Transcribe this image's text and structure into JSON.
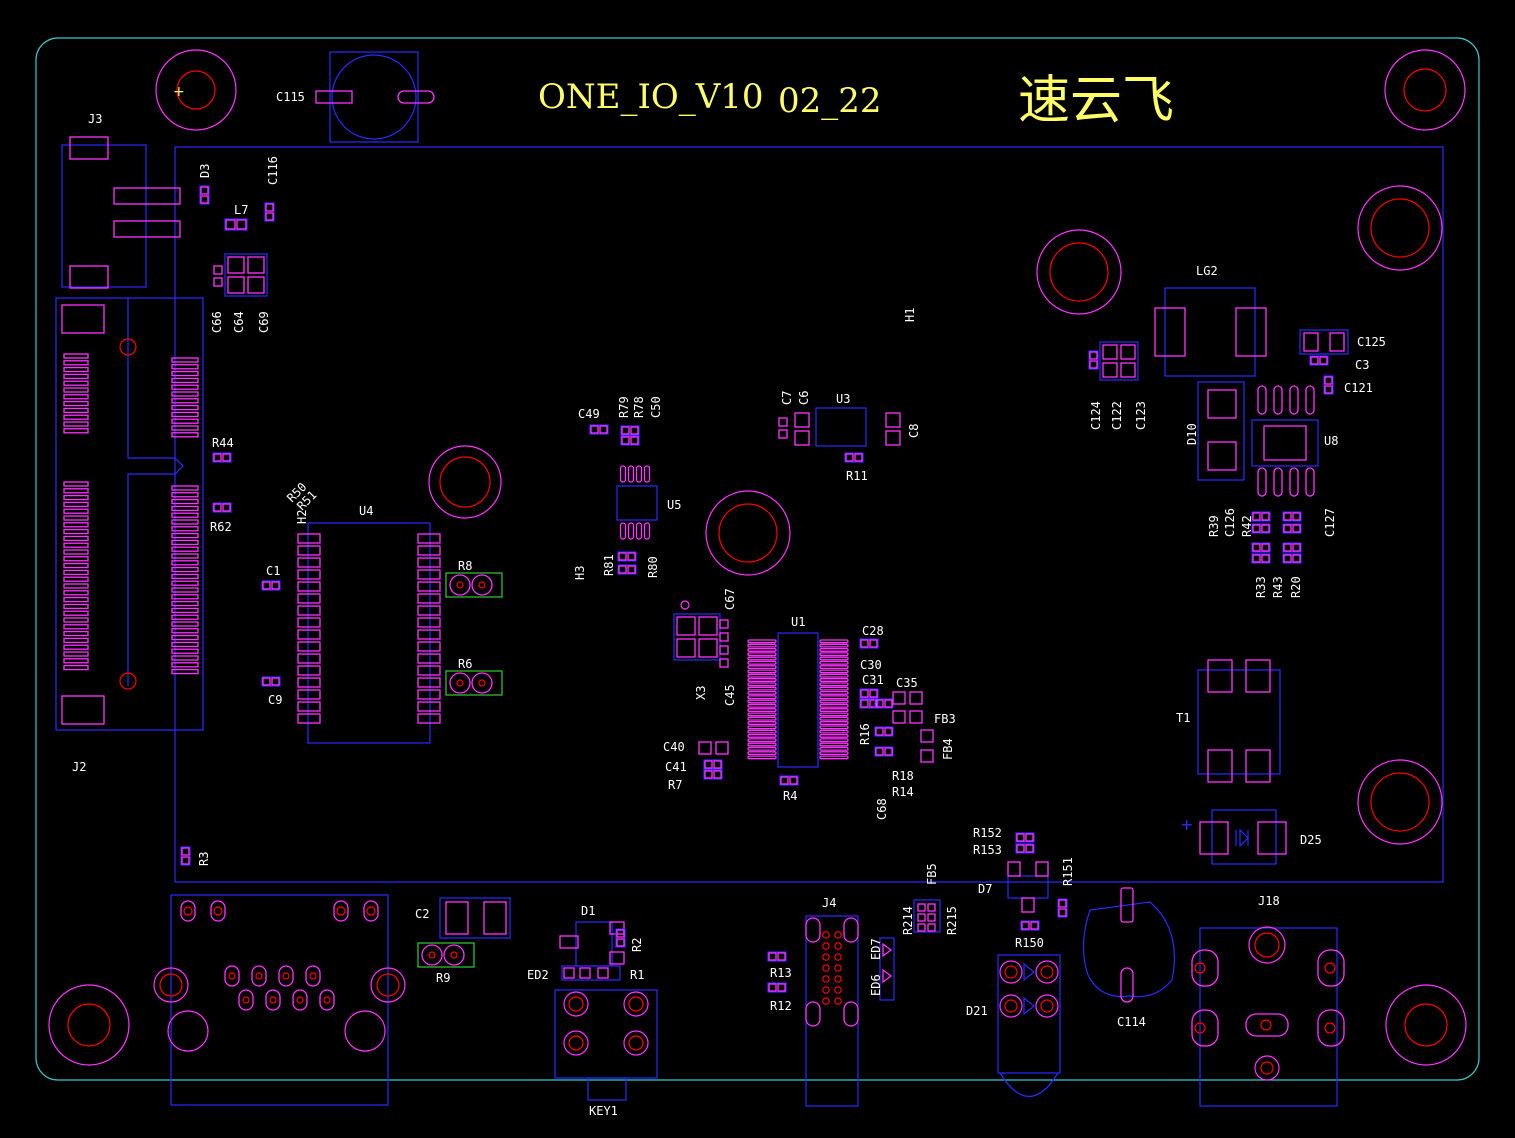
{
  "board": {
    "title": "ONE_IO_V10",
    "revision": "02_22",
    "brand": "速云飞"
  },
  "components": {
    "J3": "J3",
    "D3": "D3",
    "C116": "C116",
    "L7": "L7",
    "C66": "C66",
    "C64": "C64",
    "C69": "C69",
    "C115": "C115",
    "J2": "J2",
    "R44": "R44",
    "R62": "R62",
    "R50": "R50",
    "R51": "R51",
    "U4": "U4",
    "H2": "H2",
    "C1": "C1",
    "C9": "C9",
    "R8": "R8",
    "R6": "R6",
    "R3": "R3",
    "C49": "C49",
    "R79": "R79",
    "R78": "R78",
    "C50": "C50",
    "U5": "U5",
    "H3": "H3",
    "R81": "R81",
    "R80": "R80",
    "C7": "C7",
    "C6": "C6",
    "U3": "U3",
    "C8": "C8",
    "R11": "R11",
    "H1": "H1",
    "C67": "C67",
    "X3": "X3",
    "C45": "C45",
    "U1": "U1",
    "C28": "C28",
    "C30": "C30",
    "C31": "C31",
    "C35": "C35",
    "FB3": "FB3",
    "R16": "R16",
    "FB4": "FB4",
    "R18": "R18",
    "R14": "R14",
    "C68": "C68",
    "C40": "C40",
    "C41": "C41",
    "R7": "R7",
    "R4": "R4",
    "LG2": "LG2",
    "C125": "C125",
    "C3": "C3",
    "C121": "C121",
    "C124": "C124",
    "C122": "C122",
    "C123": "C123",
    "D10": "D10",
    "U8": "U8",
    "R39": "R39",
    "C126": "C126",
    "R42": "R42",
    "C127": "C127",
    "R33": "R33",
    "R43": "R43",
    "R20": "R20",
    "T1": "T1",
    "D25": "D25",
    "R152": "R152",
    "R153": "R153",
    "D7": "D7",
    "R151": "R151",
    "FB5": "FB5",
    "R214": "R214",
    "R215": "R215",
    "R150": "R150",
    "C114": "C114",
    "J18": "J18",
    "C2": "C2",
    "R9": "R9",
    "D1": "D1",
    "R2": "R2",
    "ED2": "ED2",
    "R1": "R1",
    "KEY1": "KEY1",
    "J4": "J4",
    "R13": "R13",
    "R12": "R12",
    "ED7": "ED7",
    "ED6": "ED6",
    "D21": "D21"
  }
}
